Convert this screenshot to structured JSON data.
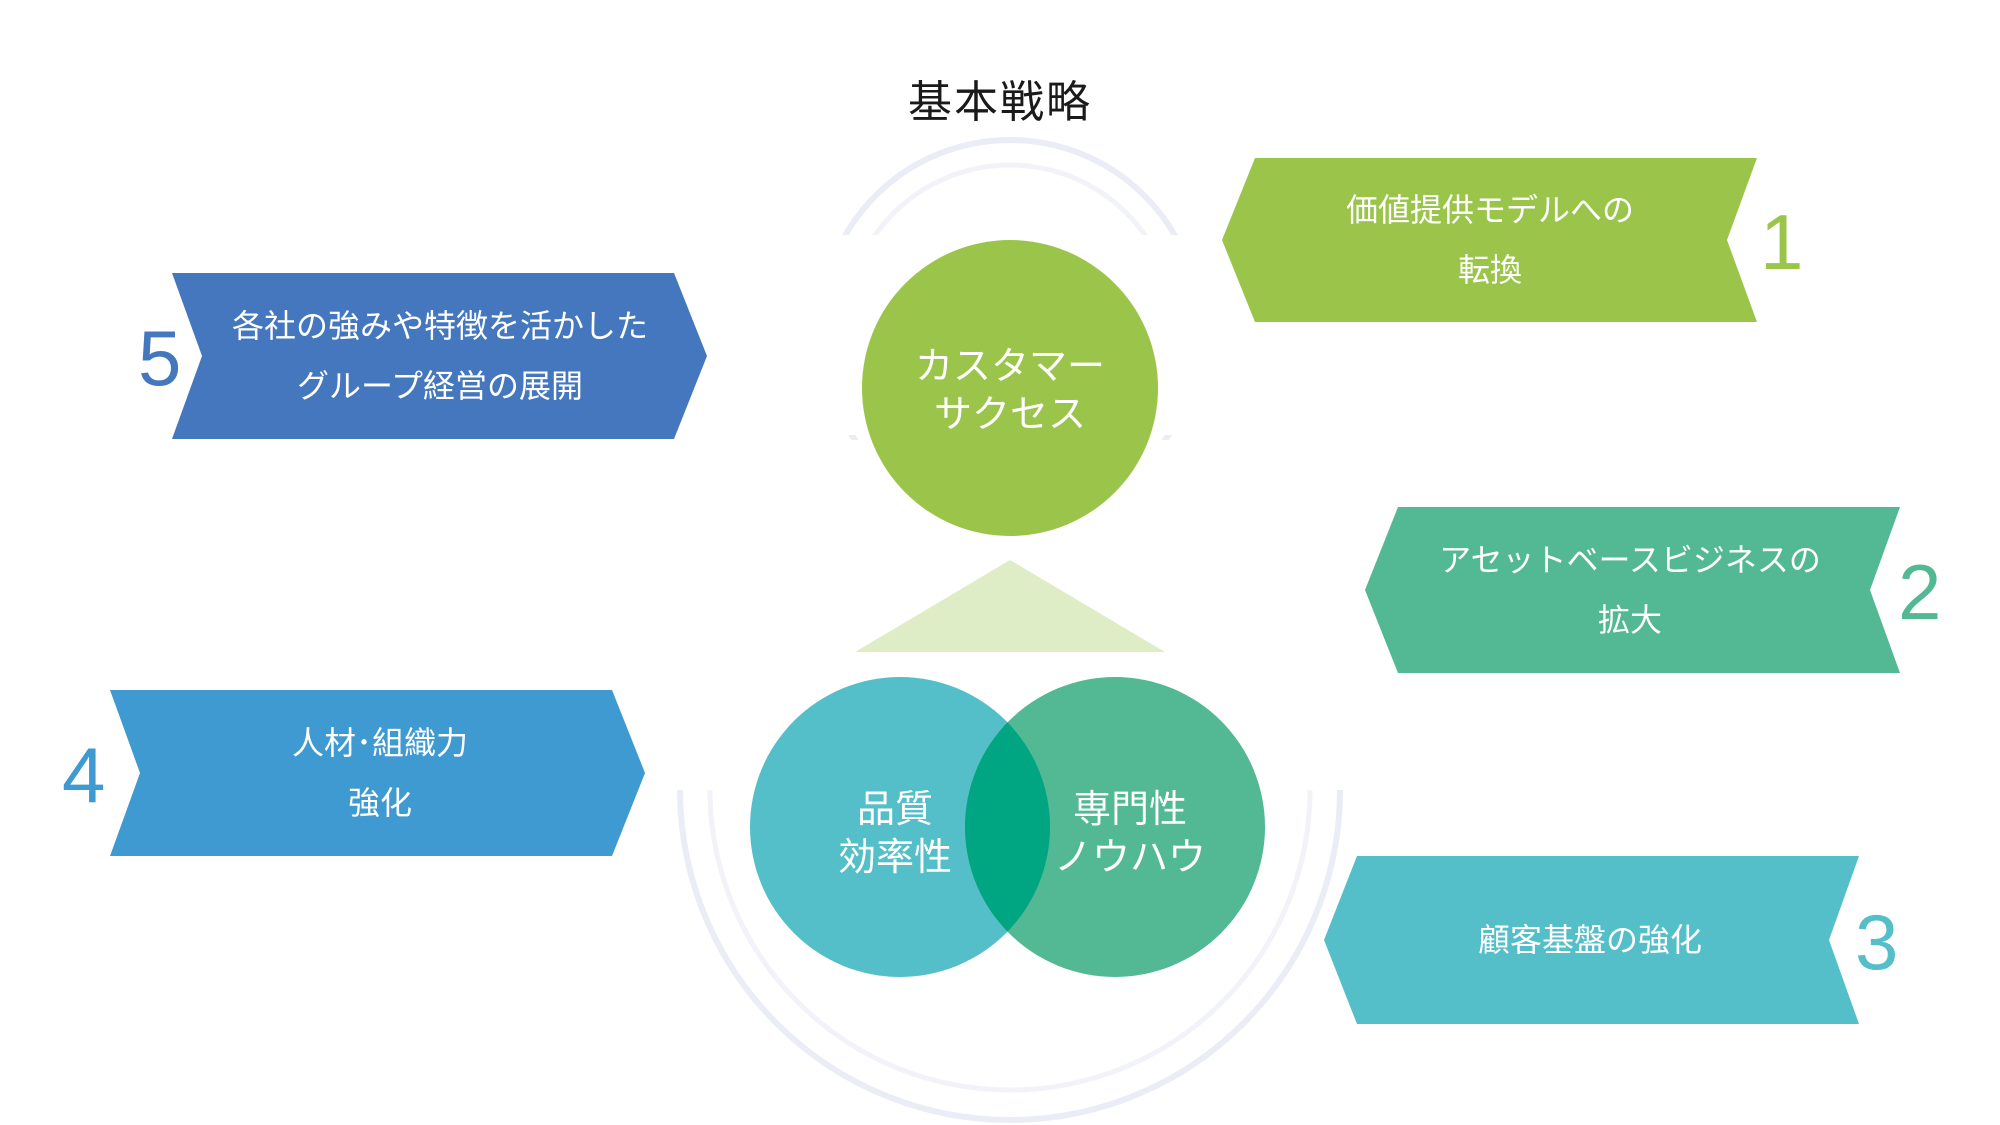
{
  "title": "基本戦略",
  "colors": {
    "lime": "#9bc54a",
    "teal_green": "#52b994",
    "cyan": "#54bfc9",
    "blue": "#3e9ad0",
    "navy_blue": "#4477bd",
    "overlap": "#00a582",
    "triangle": "#dfedc7"
  },
  "center": {
    "top_circle": {
      "line1": "カスタマー",
      "line2": "サクセス"
    },
    "left_circle": {
      "line1": "品質",
      "line2": "効率性"
    },
    "right_circle": {
      "line1": "専門性",
      "line2": "ノウハウ"
    }
  },
  "strategies": [
    {
      "number": "1",
      "line1": "価値提供モデルへの",
      "line2": "転換"
    },
    {
      "number": "2",
      "line1": "アセットベースビジネスの",
      "line2": "拡大"
    },
    {
      "number": "3",
      "line1": "顧客基盤の強化",
      "line2": ""
    },
    {
      "number": "4",
      "line1": "人材･組織力",
      "line2": "強化"
    },
    {
      "number": "5",
      "line1": "各社の強みや特徴を活かした",
      "line2": "グループ経営の展開"
    }
  ]
}
